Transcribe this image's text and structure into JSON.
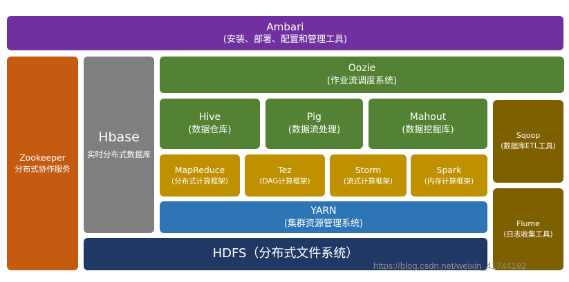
{
  "ambari": {
    "title": "Ambari",
    "subtitle": "(安装、部署、配置和管理工具)"
  },
  "zookeeper": {
    "title": "Zookeeper",
    "subtitle": "分布式协作服务"
  },
  "hbase": {
    "title": "Hbase",
    "subtitle": "实时分布式数据库"
  },
  "oozie": {
    "title": "Oozie",
    "subtitle": "(作业流调度系统)"
  },
  "hive": {
    "title": "Hive",
    "subtitle": "(数据仓库)"
  },
  "pig": {
    "title": "Pig",
    "subtitle": "(数据流处理)"
  },
  "mahout": {
    "title": "Mahout",
    "subtitle": "(数据挖掘库)"
  },
  "mapreduce": {
    "title": "MapReduce",
    "subtitle": "(分布式计算框架)"
  },
  "tez": {
    "title": "Tez",
    "subtitle": "(DAG计算框架)"
  },
  "storm": {
    "title": "Storm",
    "subtitle": "(流式计算框架)"
  },
  "spark": {
    "title": "Spark",
    "subtitle": "(内存计算框架)"
  },
  "yarn": {
    "title": "YARN",
    "subtitle": "(集群资源管理系统)"
  },
  "hdfs": {
    "title": "HDFS（分布式文件系统）"
  },
  "sqoop": {
    "title": "Sqoop",
    "subtitle": "(数据库ETL工具)"
  },
  "flume": {
    "title": "Flume",
    "subtitle": "(日志收集工具)"
  },
  "watermark": "https://blog.csdn.net/weixin_41744192"
}
